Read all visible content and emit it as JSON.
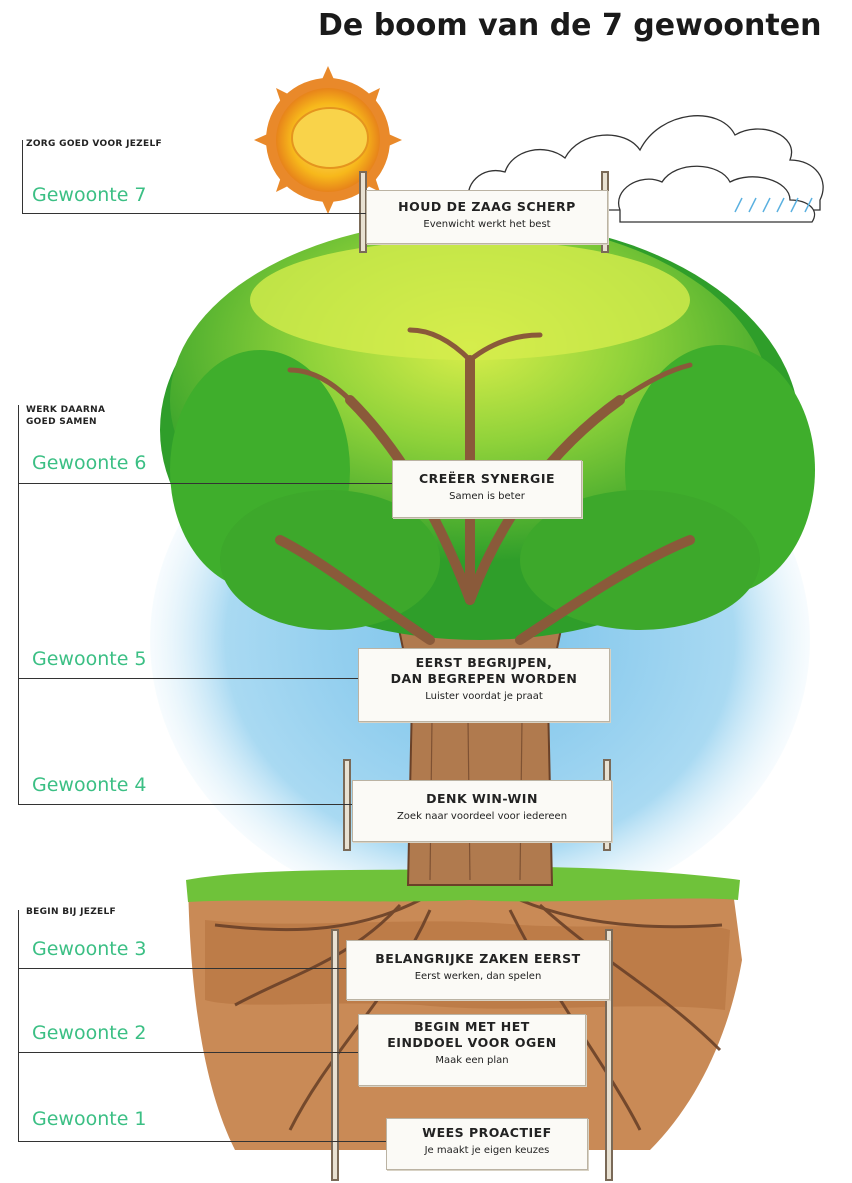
{
  "title": "De boom van de 7 gewoonten",
  "sections": {
    "top": "ZORG GOED VOOR JEZELF",
    "middle_1": "WERK DAARNA",
    "middle_2": "GOED SAMEN",
    "bottom": "BEGIN BIJ JEZELF"
  },
  "habits": [
    {
      "label": "Gewoonte 7",
      "sign_title": "HOUD DE ZAAG SCHERP",
      "sign_title_2": "",
      "sign_subtitle": "Evenwicht werkt het best"
    },
    {
      "label": "Gewoonte 6",
      "sign_title": "CREËER SYNERGIE",
      "sign_title_2": "",
      "sign_subtitle": "Samen is beter"
    },
    {
      "label": "Gewoonte 5",
      "sign_title": "EERST BEGRIJPEN,",
      "sign_title_2": "DAN BEGREPEN WORDEN",
      "sign_subtitle": "Luister voordat je praat"
    },
    {
      "label": "Gewoonte 4",
      "sign_title": "DENK WIN-WIN",
      "sign_title_2": "",
      "sign_subtitle": "Zoek naar voordeel voor iedereen"
    },
    {
      "label": "Gewoonte 3",
      "sign_title": "BELANGRIJKE ZAKEN EERST",
      "sign_title_2": "",
      "sign_subtitle": "Eerst werken, dan spelen"
    },
    {
      "label": "Gewoonte 2",
      "sign_title": "BEGIN MET HET",
      "sign_title_2": "EINDDOEL VOOR OGEN",
      "sign_subtitle": "Maak een plan"
    },
    {
      "label": "Gewoonte 1",
      "sign_title": "WEES PROACTIEF",
      "sign_title_2": "",
      "sign_subtitle": "Je maakt je eigen keuzes"
    }
  ],
  "colors": {
    "habit_label": "#3bbf84",
    "sky": "#7ec6ea",
    "foliage": "#4fbf2c",
    "foliage_light": "#c8e63a",
    "trunk": "#b07a4e",
    "soil": "#c98a56",
    "grass": "#6fc23a",
    "sun": "#f7c21e"
  },
  "icons": [
    "sun-icon",
    "cloud-icon",
    "tree-illustration"
  ]
}
